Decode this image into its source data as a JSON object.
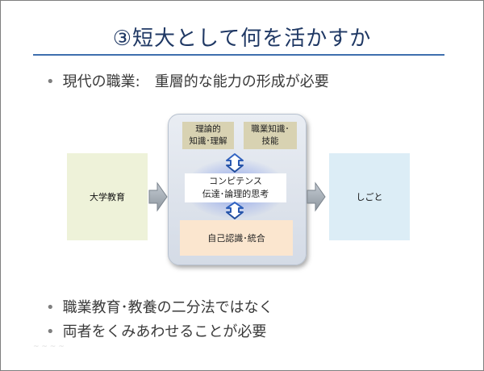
{
  "slide": {
    "title": "③短大として何を活かすか",
    "bullets": [
      "現代の職業:　重層的な能力の形成が必要",
      "職業教育･教養の二分法ではなく",
      "両者をくみあわせることが必要"
    ],
    "bullet_symbol": "•",
    "footer_faint": "~ ~ ~ ~"
  },
  "diagram": {
    "left_box": "大学教育",
    "right_box": "しごと",
    "top_left_chip": [
      "理論的",
      "知識･理解"
    ],
    "top_right_chip": [
      "職業知識･",
      "技能"
    ],
    "center_chip": [
      "コンピテンス",
      "伝達･論理的思考"
    ],
    "bottom_chip": "自己認識･統合"
  },
  "colors": {
    "title": "#1f3864",
    "rule": "#3f6fae",
    "left_box": "#eef2d9",
    "right_box": "#dcedf6",
    "tan_chip": "#d8d2b2",
    "peach_chip": "#fbe6cf",
    "arrow": "#9aa3ad"
  },
  "icons": [
    "right-arrow-icon",
    "up-down-arrow-icon"
  ]
}
